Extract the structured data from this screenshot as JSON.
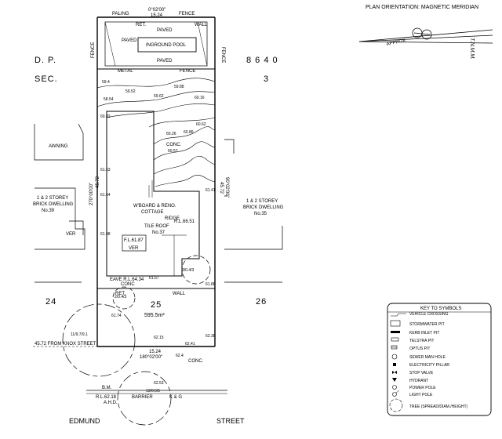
{
  "header": {
    "orientation": "PLAN ORIENTATION: MAGNETIC MERIDIAN",
    "north_tag": "T.N.M.M.",
    "approx": "APPROX"
  },
  "plan": {
    "dp": "D. P.",
    "dp_number": "8 6 4 0",
    "sec": "SEC.",
    "sec_number": "3",
    "lot_left": "24",
    "lot_right": "26",
    "lot_centre": "25",
    "area": "595.5m²",
    "street_left": "EDMUND",
    "street_right": "STREET",
    "top_bearing": "0°02'00\"",
    "top_dist": "15.24",
    "bottom_dist": "15.24",
    "bottom_bearing": "180°02'00\"",
    "left_bearing": "270°00'00\"",
    "left_dist": "45.72",
    "right_bearing": "90°02'00\"",
    "right_dist": "45.72",
    "knox": "45.72 FROM KNOX STREET",
    "paling": "PALING",
    "fence": "FENCE",
    "ret": "RET.",
    "wall": "WALL",
    "paved": "PAVED",
    "pool": "INGROUND POOL",
    "metal": "METAL",
    "conc": "CONC",
    "conc_dot": "CONC.",
    "awning": "AWNING",
    "left_dwelling": [
      "1 & 2 STOREY",
      "BRICK DWELLING",
      "No.39"
    ],
    "right_dwelling": [
      "1 & 2 STOREY",
      "BRICK DWELLING",
      "No.35"
    ],
    "cottage": [
      "W'BOARD & RENO.",
      "COTTAGE"
    ],
    "ridge": [
      "RIDGE",
      "R.L.66.51"
    ],
    "roof": [
      "TILE ROOF",
      "No.37"
    ],
    "fl": "F.L.61.87",
    "ver": "VER",
    "eave": "EAVE R.L.64.34",
    "bm": [
      "B.M.",
      "R.L.62.18",
      "A.H.D."
    ],
    "kerb": "BARRIER",
    "kg": "K & G",
    "trees": [
      "11/9.7/9.1",
      "13/0.6/5",
      "2/0.4/3",
      "3/0.4/3"
    ],
    "spot_levels": [
      "59.4",
      "58.54",
      "59.52",
      "59.62",
      "59.88",
      "60.16",
      "60.62",
      "60.26",
      "60.57",
      "60.86",
      "61.41",
      "61.67",
      "61.74",
      "61.88",
      "62.15",
      "62.38",
      "62.41",
      "62.53",
      "61.98",
      "61.63",
      "61.54",
      "60.82",
      "62.4"
    ]
  },
  "legend": {
    "title": "KEY TO SYMBOLS",
    "items": [
      {
        "icon": "vehicle-crossing-icon",
        "label": "VEHICLE CROSSING"
      },
      {
        "icon": "stormwater-pit-icon",
        "label": "STORMWATER PIT"
      },
      {
        "icon": "kerb-inlet-pit-icon",
        "label": "KERB INLET PIT"
      },
      {
        "icon": "telstra-pit-icon",
        "label": "TELSTRA PIT"
      },
      {
        "icon": "optus-pit-icon",
        "label": "OPTUS PIT"
      },
      {
        "icon": "sewer-manhole-icon",
        "label": "SEWER MAN HOLE"
      },
      {
        "icon": "electricity-pillar-icon",
        "label": "ELECTRICITY PILLAR"
      },
      {
        "icon": "stop-valve-icon",
        "label": "STOP VALVE"
      },
      {
        "icon": "hydrant-icon",
        "label": "HYDRANT"
      },
      {
        "icon": "power-pole-icon",
        "label": "POWER POLE"
      },
      {
        "icon": "light-pole-icon",
        "label": "LIGHT POLE"
      },
      {
        "icon": "tree-icon",
        "label": "TREE (SPREAD/DIAM./HEIGHT)"
      }
    ]
  }
}
